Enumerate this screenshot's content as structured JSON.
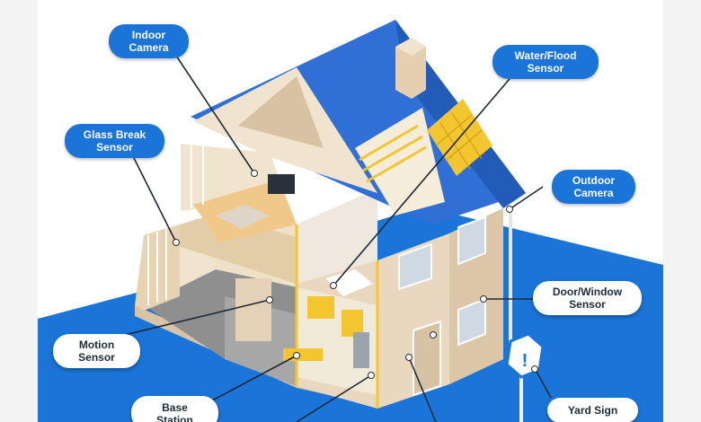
{
  "colors": {
    "accent": "#1b75d8",
    "roof": "#2f6fd6",
    "ground": "#1b75d8",
    "wall": "#e9d7c0",
    "leader": "#1e2a36"
  },
  "labels": {
    "indoor_camera": "Indoor\nCamera",
    "water_flood_sensor": "Water/Flood\nSensor",
    "glass_break_sensor": "Glass Break\nSensor",
    "outdoor_camera": "Outdoor\nCamera",
    "door_window_sensor": "Door/Window\nSensor",
    "motion_sensor": "Motion\nSensor",
    "base_station": "Base\nStation",
    "yard_sign": "Yard Sign"
  },
  "yard_sign_icon": "exclamation-icon"
}
